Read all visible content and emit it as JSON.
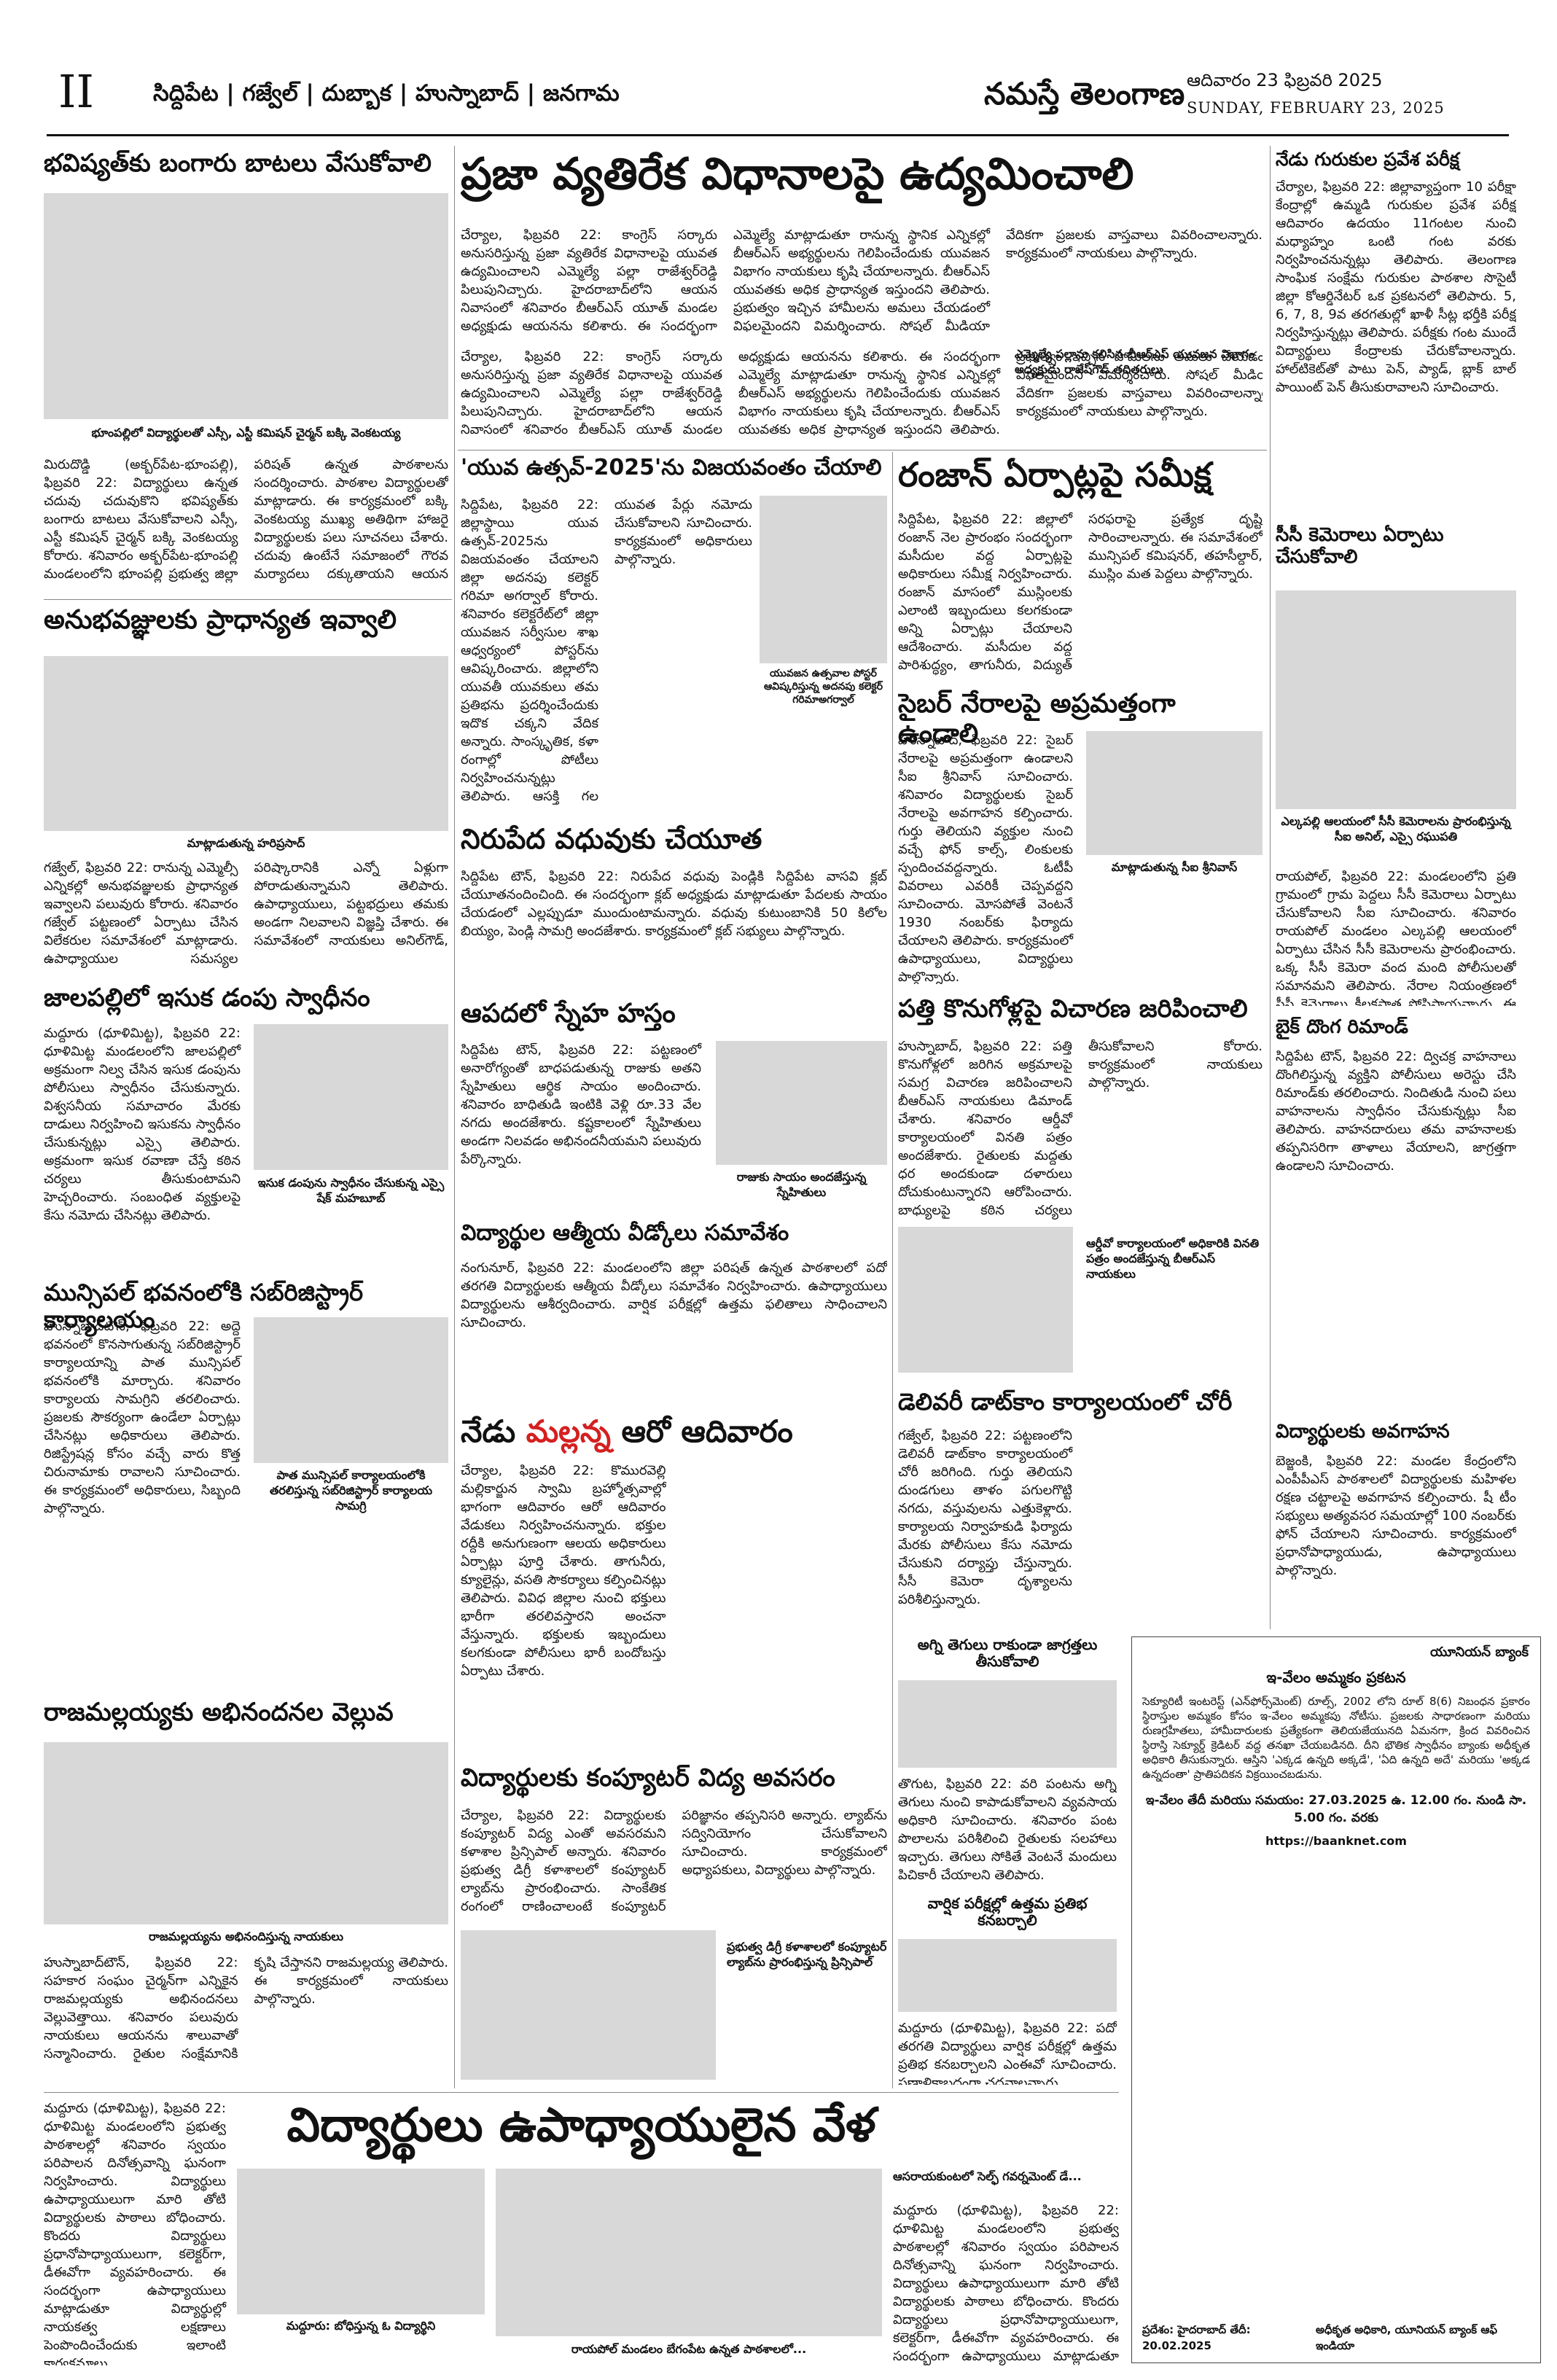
{
  "header": {
    "page_number": "II",
    "editions": "సిద్దిపేట | గజ్వేల్ | దుబ్బాక | హుస్నాబాద్ | జనగామ",
    "masthead": "నమస్తే తెలంగాణ",
    "date_telugu": "ఆదివారం 23 ఫిబ్రవరి 2025",
    "date_english": "SUNDAY, FEBRUARY 23, 2025"
  },
  "articles": {
    "a1": {
      "headline": "భవిష్యత్‌కు బంగారు బాటలు వేసుకోవాలి",
      "caption": "భూంపల్లిలో విద్యార్థులతో ఎస్సీ, ఎస్టీ కమిషన్ చైర్మన్ బక్కి వెంకటయ్య",
      "body": "మిరుదొడ్డి (అక్బర్‌పేట-భూంపల్లి), ఫిబ్రవరి 22: విద్యార్థులు ఉన్నత చదువు చదువుకొని భవిష్యత్‌కు బంగారు బాటలు వేసుకోవాలని ఎస్సీ, ఎస్టీ కమిషన్ చైర్మన్ బక్కి వెంకటయ్య కోరారు. శనివారం అక్బర్‌పేట-భూంపల్లి మండలంలోని భూంపల్లి ప్రభుత్వ జిల్లా పరిషత్ ఉన్నత పాఠశాలను సందర్శించారు. పాఠశాల విద్యార్థులతో మాట్లాడారు. ఈ కార్యక్రమంలో బక్కి వెంకటయ్య ముఖ్య అతిథిగా హాజరై విద్యార్థులకు పలు సూచనలు చేశారు. చదువు ఉంటేనే సమాజంలో గౌరవ మర్యాదలు దక్కుతాయని ఆయన పేర్కొన్నారు. కార్యక్రమంలో విద్యార్థులు, ఉపాధ్యాయులు పాల్గొన్నారు."
    },
    "a2": {
      "headline": "ప్రజా వ్యతిరేక విధానాలపై ఉద్యమించాలి",
      "caption": "ఎమ్మెల్యే పల్లాను కలిసిన బీఆర్ఎస్ యువజన విభాగం అధ్యక్షుడు రాజేష్‌గౌడ్ తదితరులు",
      "body": "చేర్యాల, ఫిబ్రవరి 22: కాంగ్రెస్ సర్కారు అనుసరిస్తున్న ప్రజా వ్యతిరేక విధానాలపై యువత ఉద్యమించాలని ఎమ్మెల్యే పల్లా రాజేశ్వర్‌రెడ్డి పిలుపునిచ్చారు. హైదరాబాద్‌లోని ఆయన నివాసంలో శనివారం బీఆర్ఎస్ యూత్ మండల అధ్యక్షుడు ఆయనను కలిశారు. ఈ సందర్భంగా ఎమ్మెల్యే మాట్లాడుతూ రానున్న స్థానిక ఎన్నికల్లో బీఆర్ఎస్ అభ్యర్థులను గెలిపించేందుకు యువజన విభాగం నాయకులు కృషి చేయాలన్నారు. బీఆర్ఎస్ యువతకు అధిక ప్రాధాన్యత ఇస్తుందని తెలిపారు. ప్రభుత్వం ఇచ్చిన హామీలను అమలు చేయడంలో విఫలమైందని విమర్శించారు. సోషల్ మీడియా వేదికగా ప్రజలకు వాస్తవాలు వివరించాలన్నారు. కార్యక్రమంలో నాయకులు పాల్గొన్నారు."
    },
    "a3": {
      "headline": "నేడు గురుకుల ప్రవేశ పరీక్ష",
      "body": "చేర్యాల, ఫిబ్రవరి 22: జిల్లావ్యాప్తంగా 10 పరీక్షా కేంద్రాల్లో ఉమ్మడి గురుకుల ప్రవేశ పరీక్ష ఆదివారం ఉదయం 11గంటల నుంచి మధ్యాహ్నం ఒంటి గంట వరకు నిర్వహించనున్నట్లు తెలిపారు. తెలంగాణ సాంఘిక సంక్షేమ గురుకుల పాఠశాల సొసైటీ జిల్లా కోఆర్డినేటర్ ఒక ప్రకటనలో తెలిపారు. 5, 6, 7, 8, 9వ తరగతుల్లో ఖాళీ సీట్ల భర్తీకి పరీక్ష నిర్వహిస్తున్నట్లు తెలిపారు. పరీక్షకు గంట ముందే విద్యార్థులు కేంద్రాలకు చేరుకోవాలన్నారు. హాల్‌టికెట్‌తో పాటు పెన్, ప్యాడ్, బ్లాక్ బాల్ పాయింట్ పెన్ తీసుకురావాలని సూచించారు."
    },
    "a4": {
      "headline": "సీసీ కెమెరాలు ఏర్పాటు చేసుకోవాలి",
      "caption": "ఎల్కపల్లి ఆలయంలో సీసీ కెమెరాలను ప్రారంభిస్తున్న సీఐ అనిల్, ఎస్సై రఘుపతి",
      "body": "రాయపోల్, ఫిబ్రవరి 22: మండలంలోని ప్రతి గ్రామంలో గ్రామ పెద్దలు సీసీ కెమెరాలు ఏర్పాటు చేసుకోవాలని సీఐ సూచించారు. శనివారం రాయపోల్ మండలం ఎల్కపల్లి ఆలయంలో ఏర్పాటు చేసిన సీసీ కెమెరాలను ప్రారంభించారు. ఒక్క సీసీ కెమెరా వంద మంది పోలీసులతో సమానమని తెలిపారు. నేరాల నియంత్రణలో సీసీ కెమెరాలు కీలకపాత్ర పోషిస్తాయన్నారు. ఈ కార్యక్రమంలో గ్రామ పెద్దలు, నాయకులు పాల్గొన్నారు."
    },
    "a5": {
      "headline": "అనుభవజ్ఞులకు ప్రాధాన్యత ఇవ్వాలి",
      "caption": "మాట్లాడుతున్న హరిప్రసాద్",
      "body": "గజ్వేల్, ఫిబ్రవరి 22: రానున్న ఎమ్మెల్సీ ఎన్నికల్లో అనుభవజ్ఞులకు ప్రాధాన్యత ఇవ్వాలని పలువురు కోరారు. శనివారం గజ్వేల్ పట్టణంలో ఏర్పాటు చేసిన విలేకరుల సమావేశంలో మాట్లాడారు. ఉపాధ్యాయుల సమస్యల పరిష్కారానికి ఎన్నో ఏళ్లుగా పోరాడుతున్నామని తెలిపారు. ఉపాధ్యాయులు, పట్టభద్రులు తమకు అండగా నిలవాలని విజ్ఞప్తి చేశారు. ఈ సమావేశంలో నాయకులు అనిల్‌గౌడ్, శేఖర్, అశోక్, సంపత్, అరుణ్ పాల్గొన్నారు."
    },
    "a6": {
      "headline": "'యువ ఉత్సవ్-2025'ను విజయవంతం చేయాలి",
      "caption": "యువజన ఉత్సవాల పోస్టర్ ఆవిష్కరిస్తున్న అదనపు కలెక్టర్ గరిమాఅగర్వాల్",
      "body": "సిద్దిపేట, ఫిబ్రవరి 22: జిల్లాస్థాయి యువ ఉత్సవ్-2025ను విజయవంతం చేయాలని జిల్లా అదనపు కలెక్టర్ గరిమా అగర్వాల్ కోరారు. శనివారం కలెక్టరేట్‌లో జిల్లా యువజన సర్వీసుల శాఖ ఆధ్వర్యంలో పోస్టర్‌ను ఆవిష్కరించారు. జిల్లాలోని యువతీ యువకులు తమ ప్రతిభను ప్రదర్శించేందుకు ఇదొక చక్కని వేదిక అన్నారు. సాంస్కృతిక, కళా రంగాల్లో పోటీలు నిర్వహించనున్నట్లు తెలిపారు. ఆసక్తి గల యువత పేర్లు నమోదు చేసుకోవాలని సూచించారు. కార్యక్రమంలో అధికారులు పాల్గొన్నారు."
    },
    "a7": {
      "headline": "రంజాన్ ఏర్పాట్లపై సమీక్ష",
      "body": "సిద్దిపేట, ఫిబ్రవరి 22: జిల్లాలో రంజాన్ నెల ప్రారంభం సందర్భంగా మసీదుల వద్ద ఏర్పాట్లపై అధికారులు సమీక్ష నిర్వహించారు. రంజాన్ మాసంలో ముస్లింలకు ఎలాంటి ఇబ్బందులు కలగకుండా అన్ని ఏర్పాట్లు చేయాలని ఆదేశించారు. మసీదుల వద్ద పారిశుద్ధ్యం, తాగునీరు, విద్యుత్ సరఫరాపై ప్రత్యేక దృష్టి సారించాలన్నారు. ఈ సమావేశంలో మున్సిపల్ కమిషనర్, తహసీల్దార్, ముస్లిం మత పెద్దలు పాల్గొన్నారు."
    },
    "a8": {
      "headline": "సైబర్ నేరాలపై అప్రమత్తంగా ఉండాలి",
      "caption": "మాట్లాడుతున్న సీఐ శ్రీనివాస్",
      "body": "హుస్నాబాద్, ఫిబ్రవరి 22: సైబర్ నేరాలపై అప్రమత్తంగా ఉండాలని సీఐ శ్రీనివాస్ సూచించారు. శనివారం విద్యార్థులకు సైబర్ నేరాలపై అవగాహన కల్పించారు. గుర్తు తెలియని వ్యక్తుల నుంచి వచ్చే ఫోన్ కాల్స్, లింకులకు స్పందించవద్దన్నారు. ఓటీపీ వివరాలు ఎవరికీ చెప్పవద్దని సూచించారు. మోసపోతే వెంటనే 1930 నంబర్‌కు ఫిర్యాదు చేయాలని తెలిపారు. కార్యక్రమంలో ఉపాధ్యాయులు, విద్యార్థులు పాల్గొన్నారు."
    },
    "a9": {
      "headline": "జాలపల్లిలో ఇసుక డంపు స్వాధీనం",
      "caption": "ఇసుక డంపును స్వాధీనం చేసుకున్న ఎస్సై షేక్ మహబూబ్",
      "body": "మద్దూరు (ధూళిమిట్ట), ఫిబ్రవరి 22: ధూళిమిట్ట మండలంలోని జాలపల్లిలో అక్రమంగా నిల్వ చేసిన ఇసుక డంపును పోలీసులు స్వాధీనం చేసుకున్నారు. విశ్వసనీయ సమాచారం మేరకు దాడులు నిర్వహించి ఇసుకను స్వాధీనం చేసుకున్నట్లు ఎస్సై తెలిపారు. అక్రమంగా ఇసుక రవాణా చేస్తే కఠిన చర్యలు తీసుకుంటామని హెచ్చరించారు. సంబంధిత వ్యక్తులపై కేసు నమోదు చేసినట్లు తెలిపారు."
    },
    "a10": {
      "headline": "నిరుపేద వధువుకు చేయూత",
      "body": "సిద్దిపేట టౌన్, ఫిబ్రవరి 22: నిరుపేద వధువు పెండ్లికి సిద్దిపేట వాసవి క్లబ్ చేయూతనందించింది. ఈ సందర్భంగా క్లబ్ అధ్యక్షుడు మాట్లాడుతూ పేదలకు సాయం చేయడంలో ఎల్లప్పుడూ ముందుంటామన్నారు. వధువు కుటుంబానికి 50 కిలోల బియ్యం, పెండ్లి సామగ్రి అందజేశారు. కార్యక్రమంలో క్లబ్ సభ్యులు పాల్గొన్నారు."
    },
    "a11": {
      "headline": "ఆపదలో స్నేహ హస్తం",
      "caption": "రాజుకు సాయం అందజేస్తున్న స్నేహితులు",
      "body": "సిద్దిపేట టౌన్, ఫిబ్రవరి 22: పట్టణంలో అనారోగ్యంతో బాధపడుతున్న రాజుకు అతని స్నేహితులు ఆర్థిక సాయం అందించారు. శనివారం బాధితుడి ఇంటికి వెళ్లి రూ.33 వేల నగదు అందజేశారు. కష్టకాలంలో స్నేహితులు అండగా నిలవడం అభినందనీయమని పలువురు పేర్కొన్నారు."
    },
    "a12": {
      "headline": "పత్తి కొనుగోళ్లపై విచారణ జరిపించాలి",
      "caption": "ఆర్డీవో కార్యాలయంలో అధికారికి వినతి పత్రం అందజేస్తున్న బీఆర్ఎస్ నాయకులు",
      "body": "హుస్నాబాద్, ఫిబ్రవరి 22: పత్తి కొనుగోళ్లలో జరిగిన అక్రమాలపై సమగ్ర విచారణ జరిపించాలని బీఆర్ఎస్ నాయకులు డిమాండ్ చేశారు. శనివారం ఆర్డీవో కార్యాలయంలో వినతి పత్రం అందజేశారు. రైతులకు మద్దతు ధర అందకుండా దళారులు దోచుకుంటున్నారని ఆరోపించారు. బాధ్యులపై కఠిన చర్యలు తీసుకోవాలని కోరారు. కార్యక్రమంలో నాయకులు పాల్గొన్నారు."
    },
    "a13": {
      "headline": "విద్యార్థుల ఆత్మీయ వీడ్కోలు సమావేశం",
      "body": "నంగునూర్, ఫిబ్రవరి 22: మండలంలోని జిల్లా పరిషత్ ఉన్నత పాఠశాలలో పదో తరగతి విద్యార్థులకు ఆత్మీయ వీడ్కోలు సమావేశం నిర్వహించారు. ఉపాధ్యాయులు విద్యార్థులను ఆశీర్వదించారు. వార్షిక పరీక్షల్లో ఉత్తమ ఫలితాలు సాధించాలని సూచించారు."
    },
    "a14": {
      "headline": "మున్సిపల్ భవనంలోకి సబ్‌రిజిస్ట్రార్ కార్యాలయం",
      "caption": "పాత మున్సిపల్ కార్యాలయంలోకి తరలిస్తున్న సబ్‌రిజిస్ట్రార్ కార్యాలయ సామగ్రి",
      "body": "హుస్నాబాద్‌టౌన్, ఫిబ్రవరి 22: అద్దె భవనంలో కొనసాగుతున్న సబ్‌రిజిస్ట్రార్ కార్యాలయాన్ని పాత మున్సిపల్ భవనంలోకి మార్చారు. శనివారం కార్యాలయ సామగ్రిని తరలించారు. ప్రజలకు సౌకర్యంగా ఉండేలా ఏర్పాట్లు చేసినట్లు అధికారులు తెలిపారు. రిజిస్ట్రేషన్ల కోసం వచ్చే వారు కొత్త చిరునామాకు రావాలని సూచించారు. ఈ కార్యక్రమంలో అధికారులు, సిబ్బంది పాల్గొన్నారు."
    },
    "a15": {
      "headline_prefix": "నేడు ",
      "headline_highlight": "మల్లన్న",
      "headline_suffix": " ఆరో ఆదివారం",
      "body": "చేర్యాల, ఫిబ్రవరి 22: కొమురవెల్లి మల్లికార్జున స్వామి బ్రహ్మోత్సవాల్లో భాగంగా ఆదివారం ఆరో ఆదివారం వేడుకలు నిర్వహించనున్నారు. భక్తుల రద్దీకి అనుగుణంగా ఆలయ అధికారులు ఏర్పాట్లు పూర్తి చేశారు. తాగునీరు, క్యూలైన్లు, వసతి సౌకర్యాలు కల్పించినట్లు తెలిపారు. వివిధ జిల్లాల నుంచి భక్తులు భారీగా తరలివస్తారని అంచనా వేస్తున్నారు. భక్తులకు ఇబ్బందులు కలగకుండా పోలీసులు భారీ బందోబస్తు ఏర్పాటు చేశారు."
    },
    "a16": {
      "headline": "డెలివరీ డాట్‌కాం కార్యాలయంలో చోరీ",
      "body": "గజ్వేల్, ఫిబ్రవరి 22: పట్టణంలోని డెలివరీ డాట్‌కాం కార్యాలయంలో చోరీ జరిగింది. గుర్తు తెలియని దుండగులు తాళం పగులగొట్టి నగదు, వస్తువులను ఎత్తుకెళ్లారు. కార్యాలయ నిర్వాహకుడి ఫిర్యాదు మేరకు పోలీసులు కేసు నమోదు చేసుకుని దర్యాప్తు చేస్తున్నారు. సీసీ కెమెరా దృశ్యాలను పరిశీలిస్తున్నారు."
    },
    "a17": {
      "headline": "బైక్ దొంగ రిమాండ్",
      "body": "సిద్దిపేట టౌన్, ఫిబ్రవరి 22: ద్విచక్ర వాహనాలు దొంగిలిస్తున్న వ్యక్తిని పోలీసులు అరెస్టు చేసి రిమాండ్‌కు తరలించారు. నిందితుడి నుంచి పలు వాహనాలను స్వాధీనం చేసుకున్నట్లు సీఐ తెలిపారు. వాహనదారులు తమ వాహనాలకు తప్పనిసరిగా తాళాలు వేయాలని, జాగ్రత్తగా ఉండాలని సూచించారు."
    },
    "a18": {
      "headline": "విద్యార్థులకు అవగాహన",
      "body": "బెజ్జంకి, ఫిబ్రవరి 22: మండల కేంద్రంలోని ఎంపీపీఎస్ పాఠశాలలో విద్యార్థులకు మహిళల రక్షణ చట్టాలపై అవగాహన కల్పించారు. షీ టీం సభ్యులు అత్యవసర సమయాల్లో 100 నంబర్‌కు ఫోన్ చేయాలని సూచించారు. కార్యక్రమంలో ప్రధానోపాధ్యాయుడు, ఉపాధ్యాయులు పాల్గొన్నారు."
    },
    "a19": {
      "headline": "రాజమల్లయ్యకు అభినందనల వెల్లువ",
      "caption": "రాజమల్లయ్యను అభినందిస్తున్న నాయకులు",
      "body": "హుస్నాబాద్‌టౌన్, ఫిబ్రవరి 22: సహకార సంఘం చైర్మన్‌గా ఎన్నికైన రాజమల్లయ్యకు అభినందనలు వెల్లువెత్తాయి. శనివారం పలువురు నాయకులు ఆయనను శాలువాతో సన్మానించారు. రైతుల సంక్షేమానికి కృషి చేస్తానని రాజమల్లయ్య తెలిపారు. ఈ కార్యక్రమంలో నాయకులు పాల్గొన్నారు."
    },
    "a20": {
      "headline": "విద్యార్థులకు కంప్యూటర్ విద్య అవసరం",
      "caption": "ప్రభుత్వ డిగ్రీ కళాశాలలో కంప్యూటర్ ల్యాబ్‌ను ప్రారంభిస్తున్న ప్రిన్సిపాల్",
      "body": "చేర్యాల, ఫిబ్రవరి 22: విద్యార్థులకు కంప్యూటర్ విద్య ఎంతో అవసరమని కళాశాల ప్రిన్సిపాల్ అన్నారు. శనివారం ప్రభుత్వ డిగ్రీ కళాశాలలో కంప్యూటర్ ల్యాబ్‌ను ప్రారంభించారు. సాంకేతిక రంగంలో రాణించాలంటే కంప్యూటర్ పరిజ్ఞానం తప్పనిసరి అన్నారు. ల్యాబ్‌ను సద్వినియోగం చేసుకోవాలని సూచించారు. కార్యక్రమంలో అధ్యాపకులు, విద్యార్థులు పాల్గొన్నారు."
    },
    "a21": {
      "headline": "అగ్ని తెగులు రాకుండా జాగ్రత్తలు తీసుకోవాలి",
      "body": "తొగుట, ఫిబ్రవరి 22: వరి పంటను అగ్ని తెగులు నుంచి కాపాడుకోవాలని వ్యవసాయ అధికారి సూచించారు. శనివారం పంట పొలాలను పరిశీలించి రైతులకు సలహాలు ఇచ్చారు. తెగులు సోకితే వెంటనే మందులు పిచికారీ చేయాలని తెలిపారు."
    },
    "a22": {
      "headline": "వార్షిక పరీక్షల్లో ఉత్తమ ప్రతిభ కనబర్చాలి",
      "body": "మద్దూరు (ధూళిమిట్ట), ఫిబ్రవరి 22: పదో తరగతి విద్యార్థులు వార్షిక పరీక్షల్లో ఉత్తమ ప్రతిభ కనబర్చాలని ఎంఈవో సూచించారు. ప్రణాళికాబద్ధంగా చదవాలన్నారు."
    },
    "a23": {
      "headline": "విద్యార్థులు ఉపాధ్యాయులైన వేళ",
      "caption1": "మద్దూరు: బోధిస్తున్న ఓ విద్యార్థిని",
      "caption2": "రాయపోల్ మండలం బేగంపేట ఉన్నత పాఠశాలలో...",
      "caption3": "ఆసరాయకుంటలో సెల్ఫ్ గవర్నమెంట్ డే...",
      "body": "మద్దూరు (ధూళిమిట్ట), ఫిబ్రవరి 22: ధూళిమిట్ట మండలంలోని ప్రభుత్వ పాఠశాలల్లో శనివారం స్వయం పరిపాలన దినోత్సవాన్ని ఘనంగా నిర్వహించారు. విద్యార్థులు ఉపాధ్యాయులుగా మారి తోటి విద్యార్థులకు పాఠాలు బోధించారు. కొందరు విద్యార్థులు ప్రధానోపాధ్యాయులుగా, కలెక్టర్‌గా, డీఈవోగా వ్యవహరించారు. ఈ సందర్భంగా ఉపాధ్యాయులు మాట్లాడుతూ విద్యార్థుల్లో నాయకత్వ లక్షణాలు పెంపొందించేందుకు ఇలాంటి కార్యక్రమాలు దోహదపడతాయన్నారు. ఉత్తమంగా బోధించిన విద్యార్థులకు బహుమతులు అందజేశారు. కార్యక్రమంలో ఉపాధ్యాయులు, విద్యార్థులు పాల్గొన్నారు."
    }
  },
  "notice": {
    "bank": "యూనియన్ బ్యాంక్",
    "title": "ఇ-వేలం అమ్మకం ప్రకటన",
    "body": "సెక్యూరిటీ ఇంటరెస్ట్ (ఎన్‌ఫోర్స్‌మెంట్) రూల్స్, 2002 లోని రూల్ 8(6) నిబంధన ప్రకారం స్థిరాస్తుల అమ్మకం కోసం ఇ-వేలం అమ్మకపు నోటీసు. ప్రజలకు సాధారణంగా మరియు రుణగ్రహీతలు, హామీదారులకు ప్రత్యేకంగా తెలియజేయునది ఏమనగా, క్రింద వివరించిన స్థిరాస్తి సెక్యూర్డ్ క్రెడిటర్ వద్ద తనఖా చేయబడినది. దీని భౌతిక స్వాధీనం బ్యాంకు అధీకృత అధికారి తీసుకున్నారు. ఆస్తిని 'ఎక్కడ ఉన్నది అక్కడే', 'ఏది ఉన్నది అదే' మరియు 'అక్కడ ఉన్నదంతా' ప్రాతిపదికన విక్రయించబడును.",
    "auction_line": "ఇ-వేలం తేదీ మరియు సమయం: 27.03.2025 ఉ. 12.00 గం. నుండి సా. 5.00 గం. వరకు",
    "website": "https://baanknet.com",
    "footer_left": "ప్రదేశం: హైదరాబాద్  తేదీ: 20.02.2025",
    "footer_right": "అధీకృత అధికారి, యూనియన్ బ్యాంక్ ఆఫ్ ఇండియా"
  }
}
